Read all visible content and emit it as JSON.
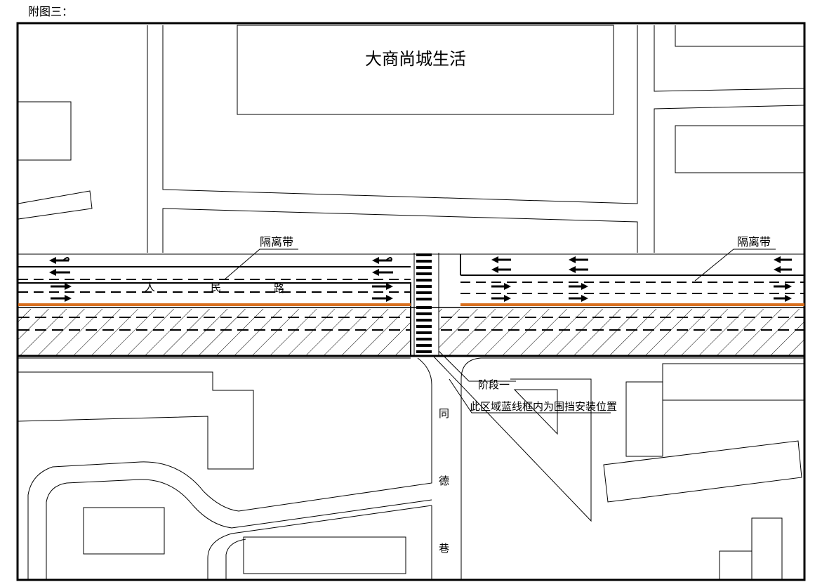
{
  "caption": "附图三：",
  "labels": {
    "mall": "大商尚城生活",
    "median_left": "隔离带",
    "median_right": "隔离带",
    "road_char_1": "人",
    "road_char_2": "民",
    "road_char_3": "路",
    "lane_char_1": "同",
    "lane_char_2": "德",
    "lane_char_3": "巷",
    "stage": "阶段一",
    "note": "此区域蓝线框内为围挡安装位置"
  },
  "colors": {
    "line": "#000000",
    "marking": "#d9701f",
    "background": "#ffffff"
  }
}
